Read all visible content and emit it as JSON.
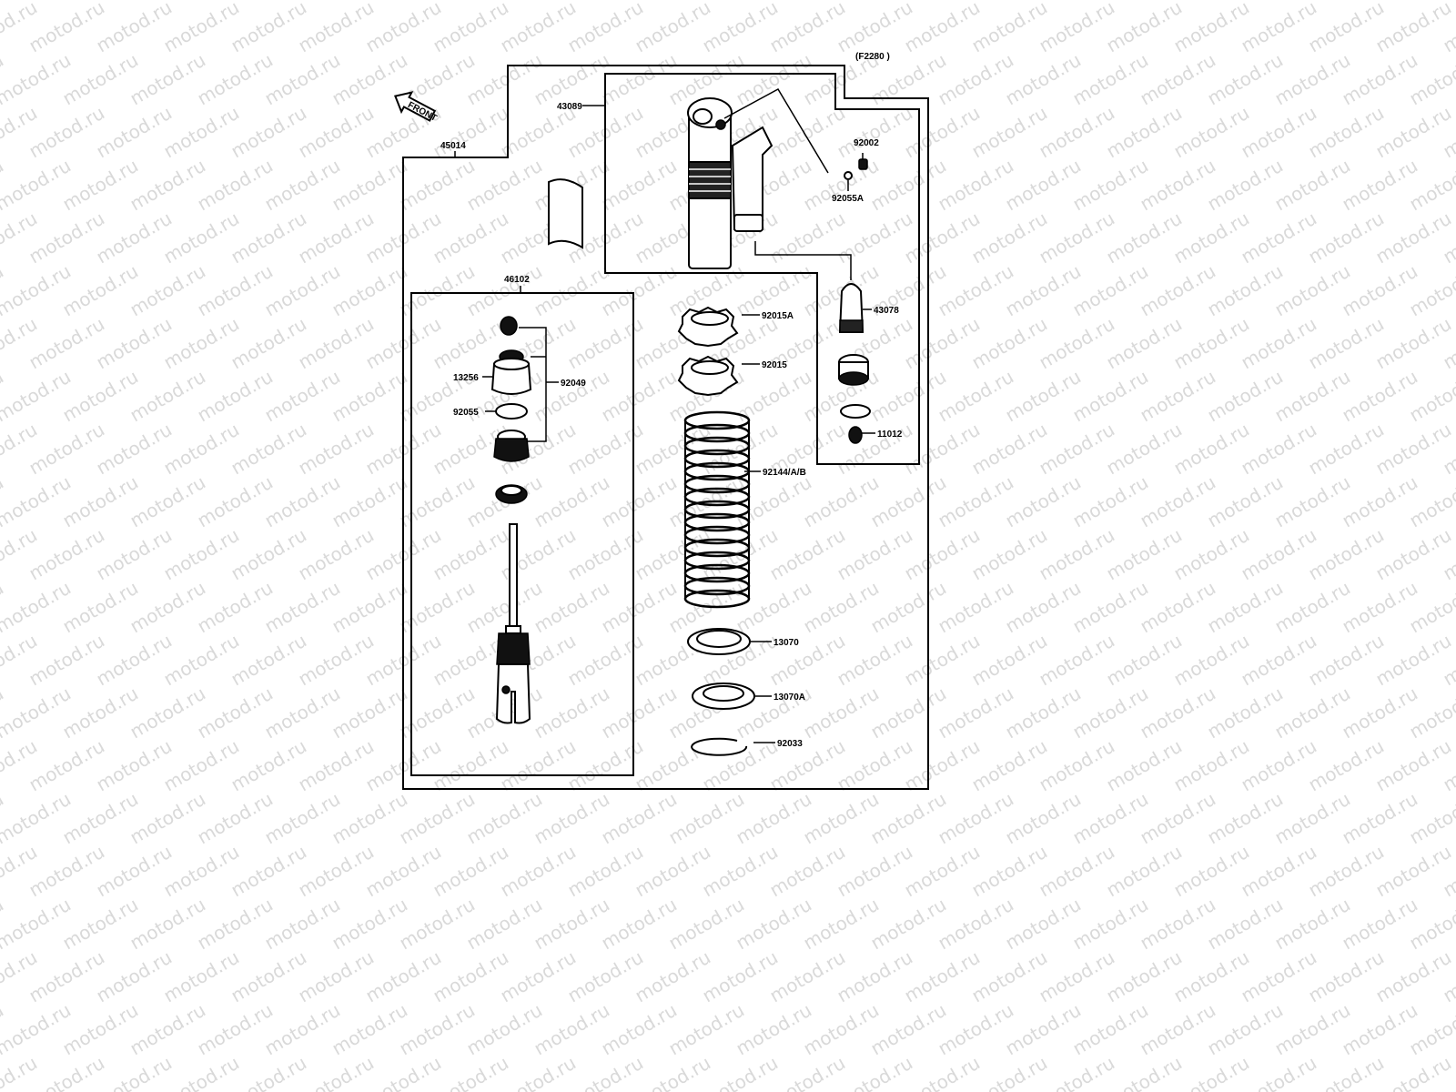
{
  "diagram_code": "(F2280 )",
  "front_label": "FRONT",
  "watermark_text": "motod.ru",
  "parts": {
    "assembly": "45014",
    "reservoir_body": "43089",
    "bolt": "92002",
    "washer_a": "92055A",
    "reservoir_cap": "43078",
    "cap_bottom": "11012",
    "damper_unit": "46102",
    "rubber_bumper": "13256",
    "damper_bushing": "92049",
    "o_ring": "92055",
    "lock_nut_a": "92015A",
    "lock_nut": "92015",
    "spring": "92144/A/B",
    "spring_seat": "13070",
    "spring_seat_a": "13070A",
    "circlip": "92033"
  }
}
